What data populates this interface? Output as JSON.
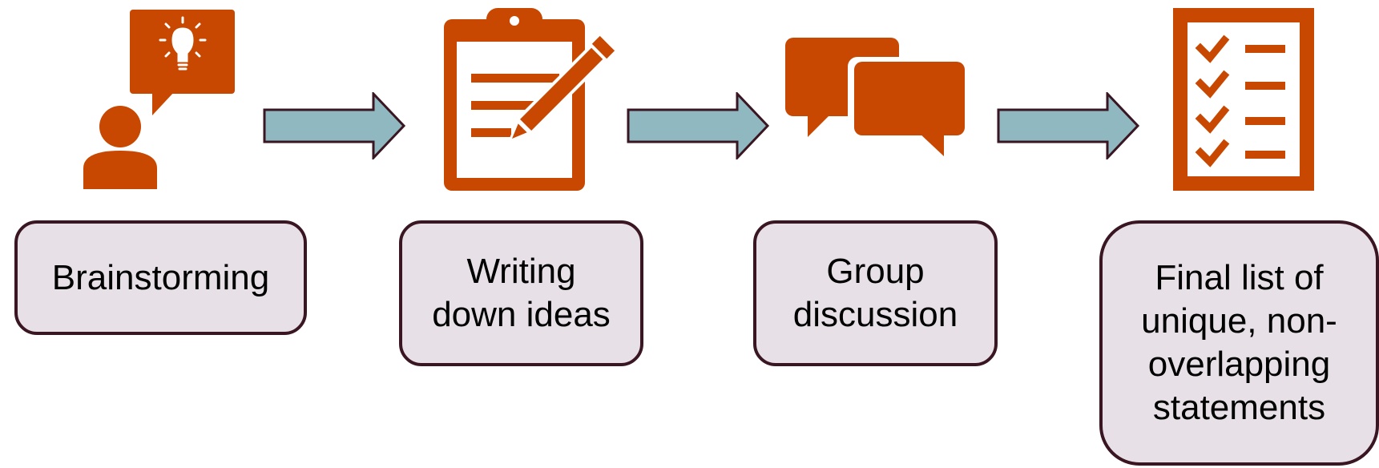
{
  "colors": {
    "icon": "#c84801",
    "arrow_fill": "#8fb8c0",
    "arrow_stroke": "#3a1622",
    "box_fill": "#e7e1e7",
    "box_stroke": "#3a1622"
  },
  "steps": [
    {
      "icon": "person-with-lightbulb-speech-icon",
      "label": "Brainstorming"
    },
    {
      "icon": "clipboard-pencil-icon",
      "label": "Writing\ndown ideas"
    },
    {
      "icon": "chat-bubbles-icon",
      "label": "Group\ndiscussion"
    },
    {
      "icon": "checklist-icon",
      "label": "Final list of\nunique, non-\noverlapping\nstatements"
    }
  ]
}
